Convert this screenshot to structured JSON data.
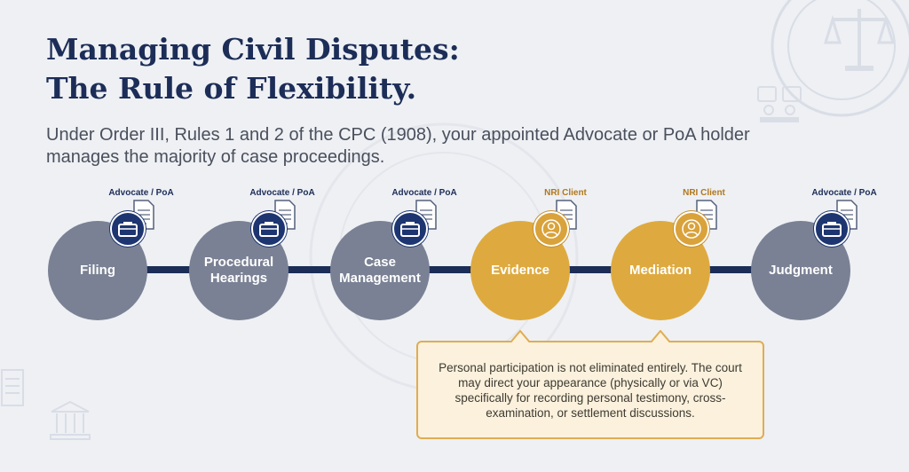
{
  "title": {
    "line1": "Managing Civil Disputes:",
    "line2": "The Rule of Flexibility."
  },
  "subtitle": "Under Order III, Rules 1 and 2 of the CPC (1908), your appointed Advocate or PoA holder manages the majority of case proceedings.",
  "timeline": {
    "steps": [
      {
        "label": "Filing",
        "role": "Advocate / PoA",
        "role_type": "advocate",
        "color": "#7a8194"
      },
      {
        "label": "Procedural Hearings",
        "role": "Advocate / PoA",
        "role_type": "advocate",
        "color": "#7a8194"
      },
      {
        "label": "Case Management",
        "role": "Advocate / PoA",
        "role_type": "advocate",
        "color": "#7a8194"
      },
      {
        "label": "Evidence",
        "role": "NRI Client",
        "role_type": "client",
        "color": "#deaa3f"
      },
      {
        "label": "Mediation",
        "role": "NRI Client",
        "role_type": "client",
        "color": "#deaa3f"
      },
      {
        "label": "Judgment",
        "role": "Advocate / PoA",
        "role_type": "advocate",
        "color": "#7a8194"
      }
    ]
  },
  "callout": {
    "text": "Personal participation is not eliminated entirely. The court may direct your appearance (physically or via VC) specifically for recording personal testimony, cross-examination, or settlement discussions."
  },
  "icons": {
    "advocate": "briefcase-icon",
    "client": "person-icon",
    "document": "document-icon"
  },
  "colors": {
    "navy": "#1c2d57",
    "gray_step": "#7a8194",
    "gold_step": "#deaa3f",
    "callout_bg": "#fbf1dc",
    "callout_border": "#dfad52"
  }
}
